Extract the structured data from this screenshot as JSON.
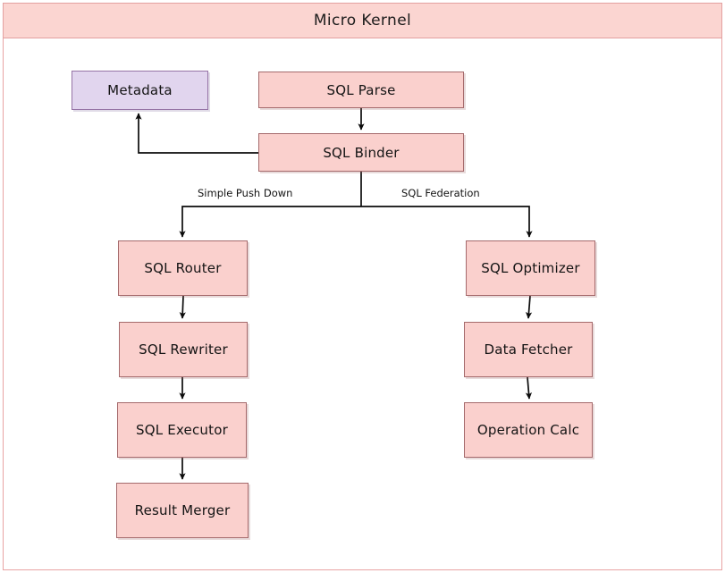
{
  "diagram": {
    "title": "Micro Kernel",
    "type": "flowchart",
    "colors": {
      "node_fill": "#fad0cd",
      "node_border": "#a56a6c",
      "metadata_fill": "#e1d5ee",
      "metadata_border": "#9673a6",
      "title_fill": "#fbd5d1",
      "frame_border": "#e9a3a3",
      "edge": "#0b0b0b",
      "background": "#ffffff"
    },
    "nodes": [
      {
        "id": "metadata",
        "label": "Metadata",
        "style": "metadata"
      },
      {
        "id": "sql-parse",
        "label": "SQL Parse",
        "style": "default"
      },
      {
        "id": "sql-binder",
        "label": "SQL Binder",
        "style": "default"
      },
      {
        "id": "sql-router",
        "label": "SQL Router",
        "style": "default"
      },
      {
        "id": "sql-rewriter",
        "label": "SQL Rewriter",
        "style": "default"
      },
      {
        "id": "sql-executor",
        "label": "SQL Executor",
        "style": "default"
      },
      {
        "id": "result-merger",
        "label": "Result Merger",
        "style": "default"
      },
      {
        "id": "sql-optimizer",
        "label": "SQL Optimizer",
        "style": "default"
      },
      {
        "id": "data-fetcher",
        "label": "Data Fetcher",
        "style": "default"
      },
      {
        "id": "operation-calc",
        "label": "Operation Calc",
        "style": "default"
      }
    ],
    "edges": [
      {
        "from": "sql-parse",
        "to": "sql-binder",
        "label": ""
      },
      {
        "from": "sql-binder",
        "to": "metadata",
        "label": ""
      },
      {
        "from": "sql-binder",
        "to": "sql-router",
        "label": "Simple Push Down"
      },
      {
        "from": "sql-binder",
        "to": "sql-optimizer",
        "label": "SQL Federation"
      },
      {
        "from": "sql-router",
        "to": "sql-rewriter",
        "label": ""
      },
      {
        "from": "sql-rewriter",
        "to": "sql-executor",
        "label": ""
      },
      {
        "from": "sql-executor",
        "to": "result-merger",
        "label": ""
      },
      {
        "from": "sql-optimizer",
        "to": "data-fetcher",
        "label": ""
      },
      {
        "from": "data-fetcher",
        "to": "operation-calc",
        "label": ""
      }
    ],
    "edge_labels": {
      "simple_push_down": "Simple Push Down",
      "sql_federation": "SQL Federation"
    }
  }
}
